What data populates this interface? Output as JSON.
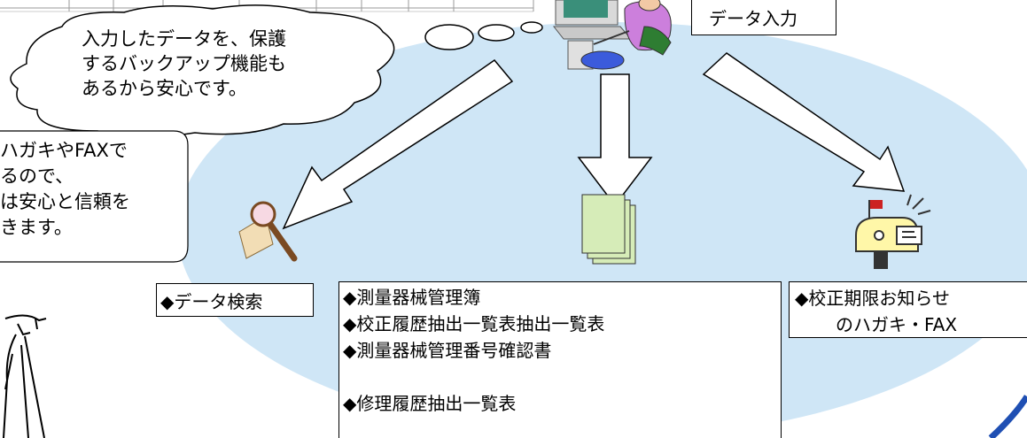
{
  "colors": {
    "ellipse_fill": "#cfe6f6",
    "arrow_fill": "#ffffff",
    "stroke": "#000000",
    "accent_blue": "#1f4fb3",
    "document_green": "#d6ecb8"
  },
  "header": {
    "data_input_label": "データ入力"
  },
  "thought_bubble": {
    "lines": [
      "入力したデータを、保護",
      "するバックアップ機能も",
      "あるから安心です。"
    ]
  },
  "left_callout": {
    "lines": [
      "ハガキやFAXで",
      "るので、",
      "は安心と信頼を",
      "きます。"
    ]
  },
  "outputs": {
    "search_label": "◆データ検索",
    "reports": [
      "◆測量器械管理簿",
      "◆校正履歴抽出一覧表抽出一覧表",
      "◆測量器械管理番号確認書",
      "",
      "◆修理履歴抽出一覧表"
    ],
    "notice_lines": [
      "◆校正期限お知らせ",
      "のハガキ・FAX"
    ]
  },
  "icons": [
    "computer-user-icon",
    "magnifier-icon",
    "documents-icon",
    "mailbox-icon",
    "surveyor-icon"
  ]
}
